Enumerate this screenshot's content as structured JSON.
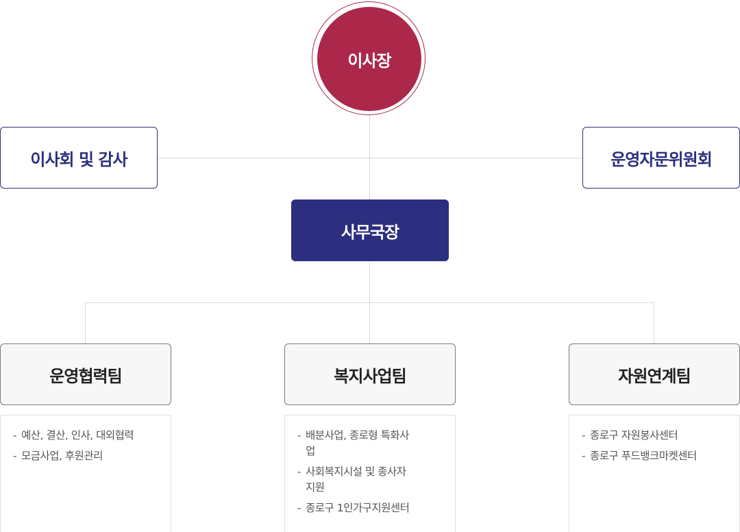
{
  "chairman": {
    "label": "이사장"
  },
  "left_box": {
    "label": "이사회 및 감사"
  },
  "right_box": {
    "label": "운영자문위원회"
  },
  "director": {
    "label": "사무국장"
  },
  "teams": [
    {
      "label": "운영협력팀",
      "duties": [
        "예산, 결산, 인사, 대외협력",
        "모금사업, 후원관리"
      ]
    },
    {
      "label": "복지사업팀",
      "duties": [
        "배분사업, 종로형 특화사업",
        "사회복지시설 및 종사자 지원",
        "종로구 1인가구지원센터"
      ]
    },
    {
      "label": "자원연계팀",
      "duties": [
        "종로구 자원봉사센터",
        "종로구 푸드뱅크마켓센터"
      ]
    }
  ],
  "colors": {
    "chairman": "#ab284b",
    "director": "#2c2e7f",
    "side_box_border": "#2b2e7e",
    "connector": "#d9d9d9"
  }
}
